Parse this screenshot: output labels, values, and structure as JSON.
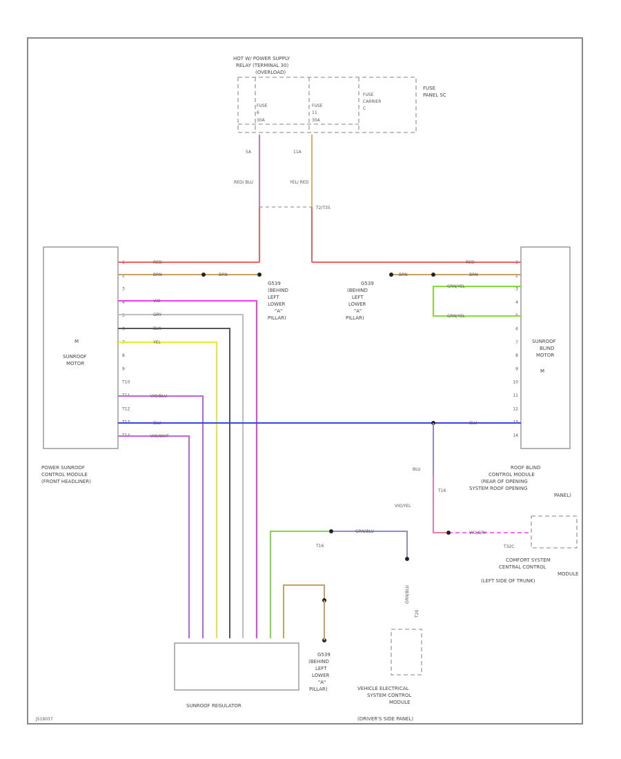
{
  "diagram": {
    "fuse_panel": {
      "supply_title": [
        "HOT W/ POWER SUPPLY",
        "RELAY (TERMINAL 30)",
        "(OVERLOAD)"
      ],
      "fuse_a": [
        "FUSE",
        "6",
        "30A"
      ],
      "fuse_b": [
        "FUSE",
        "11",
        "30A"
      ],
      "carrier": [
        "FUSE",
        "CARRIER",
        "C"
      ],
      "panel_name": [
        "FUSE",
        "PANEL SC"
      ],
      "pins": {
        "a": "5A",
        "b": "11A"
      }
    },
    "connector_top": "T2/T35",
    "wires": {
      "red_blu": "RED/ BLU",
      "yel_red": "YEL/ RED",
      "red": "RED",
      "brn": "BRN",
      "vio": "VIO",
      "gry": "GRY",
      "blk": "BLK",
      "yel": "YEL",
      "vio_blu": "VIO/BLU",
      "blu": "BLU",
      "vio_wht": "VIO/WHT",
      "grn_yel": "GRN/YEL",
      "grn_blu": "GRN/BLU",
      "vio_yel": "VIO/YEL",
      "vio_gry": "VIO/GRY",
      "grn_blu_v": "GRN/BLU"
    },
    "left_module": {
      "motor_icon": "M",
      "motor_label": [
        "SUNROOF",
        "MOTOR"
      ],
      "pins": [
        "1",
        "2",
        "3",
        "4",
        "5",
        "6",
        "7",
        "8",
        "9",
        "T10",
        "T11",
        "T12",
        "T13",
        "T14"
      ],
      "caption": [
        "POWER SUNROOF",
        "CONTROL MODULE",
        "(FRONT HEADLINER)"
      ]
    },
    "right_module": {
      "motor_icon": "M",
      "motor_label": [
        "SUNROOF",
        "BLIND",
        "MOTOR"
      ],
      "pins": [
        "1",
        "2",
        "3",
        "4",
        "5",
        "6",
        "7",
        "8",
        "9",
        "10",
        "11",
        "12",
        "13",
        "14"
      ],
      "caption": [
        "ROOF BLIND",
        "CONTROL MODULE",
        "(REAR OF OPENING",
        "SYSTEM ROOF OPENING",
        "PANEL)"
      ]
    },
    "ground_left": [
      "G539",
      "(BEHIND",
      "LEFT",
      "LOWER",
      "\"A\"",
      "PILLAR)"
    ],
    "ground_mid": [
      "G539",
      "(BEHIND",
      "LEFT",
      "LOWER",
      "\"A\"",
      "PILLAR)"
    ],
    "ground_bottom": [
      "G539",
      "(BEHIND",
      "LEFT",
      "LOWER",
      "\"A\"",
      "PILLAR)"
    ],
    "connectors": {
      "t16": "T16",
      "t16b": "T16",
      "t32c": "T32C",
      "t20": "T20"
    },
    "comfort_module": [
      "COMFORT SYSTEM",
      "CENTRAL CONTROL",
      "MODULE",
      "(LEFT SIDE OF TRUNK)"
    ],
    "regulator_caption": "SUNROOF REGULATOR",
    "vehicle_module": [
      "VEHICLE ELECTRICAL",
      "SYSTEM CONTROL",
      "MODULE",
      "(DRIVER'S SIDE PANEL)"
    ],
    "corner_code": "J519037",
    "wire_colors": {
      "red": "#f06060",
      "orange": "#f2a66a",
      "violet": "#c27ac8",
      "tan": "#c8a060",
      "magenta": "#ee3dee",
      "gray": "#bdbdbd",
      "black": "#555555",
      "yellow": "#eaea2a",
      "blue": "#3d3dee",
      "green": "#80dc3a",
      "pink": "#f07aa0",
      "lightviolet": "#8a8ae0"
    }
  }
}
